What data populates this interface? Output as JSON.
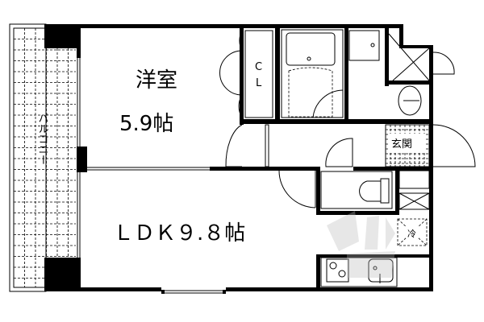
{
  "rooms": {
    "western_room": {
      "name": "洋室",
      "size": "5.9帖"
    },
    "ldk": {
      "label": "ＬＤＫ９.８帖"
    },
    "closet": {
      "c": "C",
      "l": "L"
    },
    "balcony": {
      "label": "バルコニー"
    },
    "entrance": {
      "label": "玄関"
    },
    "fridge": {
      "label": "冷"
    }
  },
  "colors": {
    "wall": "#000000",
    "background": "#ffffff",
    "watermark": "#cccccc"
  }
}
